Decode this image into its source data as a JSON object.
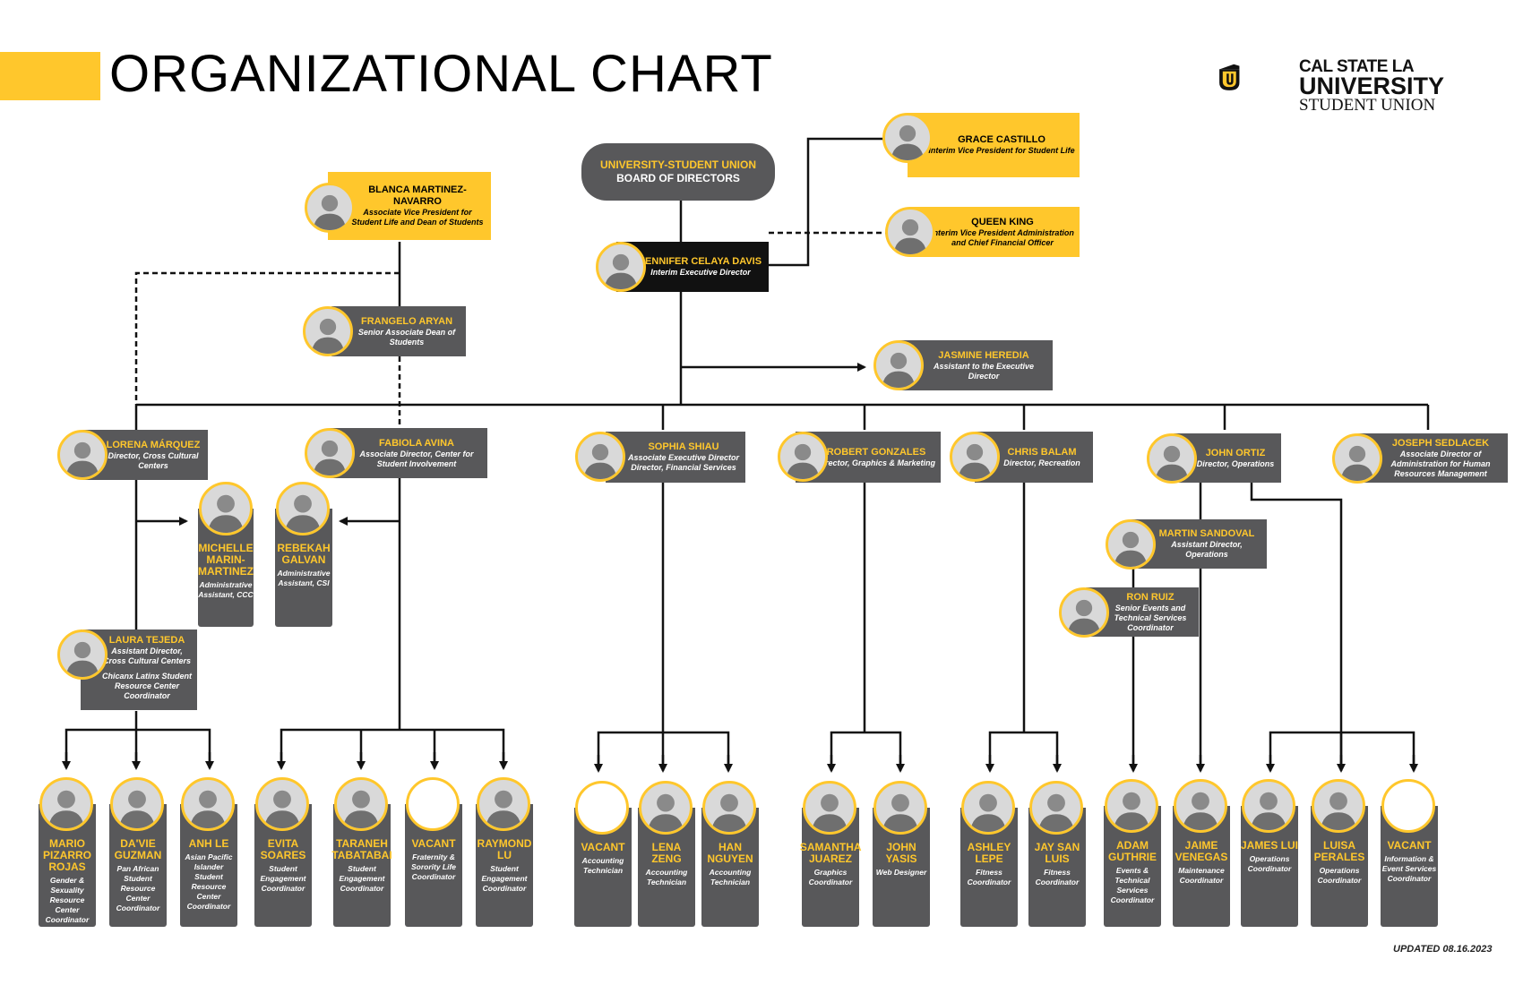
{
  "header": {
    "title": "ORGANIZATIONAL CHART",
    "updated": "UPDATED 08.16.2023"
  },
  "logo": {
    "line1": "CAL STATE LA",
    "line2": "UNIVERSITY",
    "line3": "STUDENT UNION",
    "monogram": "U"
  },
  "colors": {
    "brand_yellow": "#FFC72C",
    "box_gray": "#58585a",
    "black": "#111111"
  },
  "board": {
    "line1": "UNIVERSITY-STUDENT UNION",
    "line2": "BOARD OF DIRECTORS"
  },
  "people": {
    "blanca": {
      "name": "BLANCA MARTINEZ-NAVARRO",
      "title": "Associate Vice President for Student Life and Dean of Students"
    },
    "jennifer": {
      "name": "JENNIFER CELAYA DAVIS",
      "title": "Interim Executive Director"
    },
    "grace": {
      "name": "GRACE CASTILLO",
      "title": "Interim Vice President for Student Life"
    },
    "queen": {
      "name": "QUEEN KING",
      "title": "Interim Vice President Administration and Chief Financial Officer"
    },
    "frangelo": {
      "name": "FRANGELO ARYAN",
      "title": "Senior Associate Dean of Students"
    },
    "jasmine": {
      "name": "JASMINE HEREDIA",
      "title": "Assistant to the Executive Director"
    },
    "lorena": {
      "name": "LORENA MÁRQUEZ",
      "title": "Director, Cross Cultural Centers"
    },
    "fabiola": {
      "name": "FABIOLA AVINA",
      "title": "Associate Director, Center for Student Involvement"
    },
    "sophia": {
      "name": "SOPHIA SHIAU",
      "title": "Associate Executive Director Director, Financial Services"
    },
    "robert": {
      "name": "ROBERT GONZALES",
      "title": "Director, Graphics & Marketing"
    },
    "chris": {
      "name": "CHRIS BALAM",
      "title": "Director, Recreation"
    },
    "john": {
      "name": "JOHN ORTIZ",
      "title": "Director, Operations"
    },
    "joseph": {
      "name": "JOSEPH SEDLACEK",
      "title": "Associate Director of Administration for Human Resources Management"
    },
    "michelle": {
      "name": "MICHELLE MARIN-MARTINEZ",
      "title": "Administrative Assistant, CCC"
    },
    "rebekah": {
      "name": "REBEKAH GALVAN",
      "title": "Administrative Assistant, CSI"
    },
    "martin": {
      "name": "MARTIN SANDOVAL",
      "title": "Assistant Director, Operations"
    },
    "ron": {
      "name": "RON RUIZ",
      "title": "Senior Events and Technical Services Coordinator"
    },
    "laura": {
      "name": "LAURA TEJEDA",
      "title": "Assistant Director, Cross Cultural Centers",
      "subtitle": "Chicanx Latinx Student Resource Center Coordinator"
    },
    "mario": {
      "name": "MARIO PIZARRO ROJAS",
      "title": "Gender & Sexuality Resource Center Coordinator"
    },
    "davie": {
      "name": "DA'VIE GUZMAN",
      "title": "Pan African Student Resource Center Coordinator"
    },
    "anh": {
      "name": "ANH LE",
      "title": "Asian Pacific Islander Student Resource Center Coordinator"
    },
    "evita": {
      "name": "EVITA SOARES",
      "title": "Student Engagement Coordinator"
    },
    "taraneh": {
      "name": "TARANEH TABATABAI",
      "title": "Student Engagement Coordinator"
    },
    "vacant_fsl": {
      "name": "VACANT",
      "title": "Fraternity & Sorority Life Coordinator"
    },
    "raymond": {
      "name": "RAYMOND LU",
      "title": "Student Engagement Coordinator"
    },
    "vacant_acct": {
      "name": "VACANT",
      "title": "Accounting Technician"
    },
    "lena": {
      "name": "LENA ZENG",
      "title": "Accounting Technician"
    },
    "han": {
      "name": "HAN NGUYEN",
      "title": "Accounting Technician"
    },
    "samantha": {
      "name": "SAMANTHA JUAREZ",
      "title": "Graphics Coordinator"
    },
    "johny": {
      "name": "JOHN YASIS",
      "title": "Web Designer"
    },
    "ashley": {
      "name": "ASHLEY LEPE",
      "title": "Fitness Coordinator"
    },
    "jay": {
      "name": "JAY SAN LUIS",
      "title": "Fitness Coordinator"
    },
    "adam": {
      "name": "ADAM GUTHRIE",
      "title": "Events & Technical Services Coordinator"
    },
    "jaime": {
      "name": "JAIME VENEGAS",
      "title": "Maintenance Coordinator"
    },
    "james": {
      "name": "JAMES LUI",
      "title": "Operations Coordinator"
    },
    "luisa": {
      "name": "LUISA PERALES",
      "title": "Operations Coordinator"
    },
    "vacant_ies": {
      "name": "VACANT",
      "title": "Information & Event Services Coordinator"
    }
  }
}
